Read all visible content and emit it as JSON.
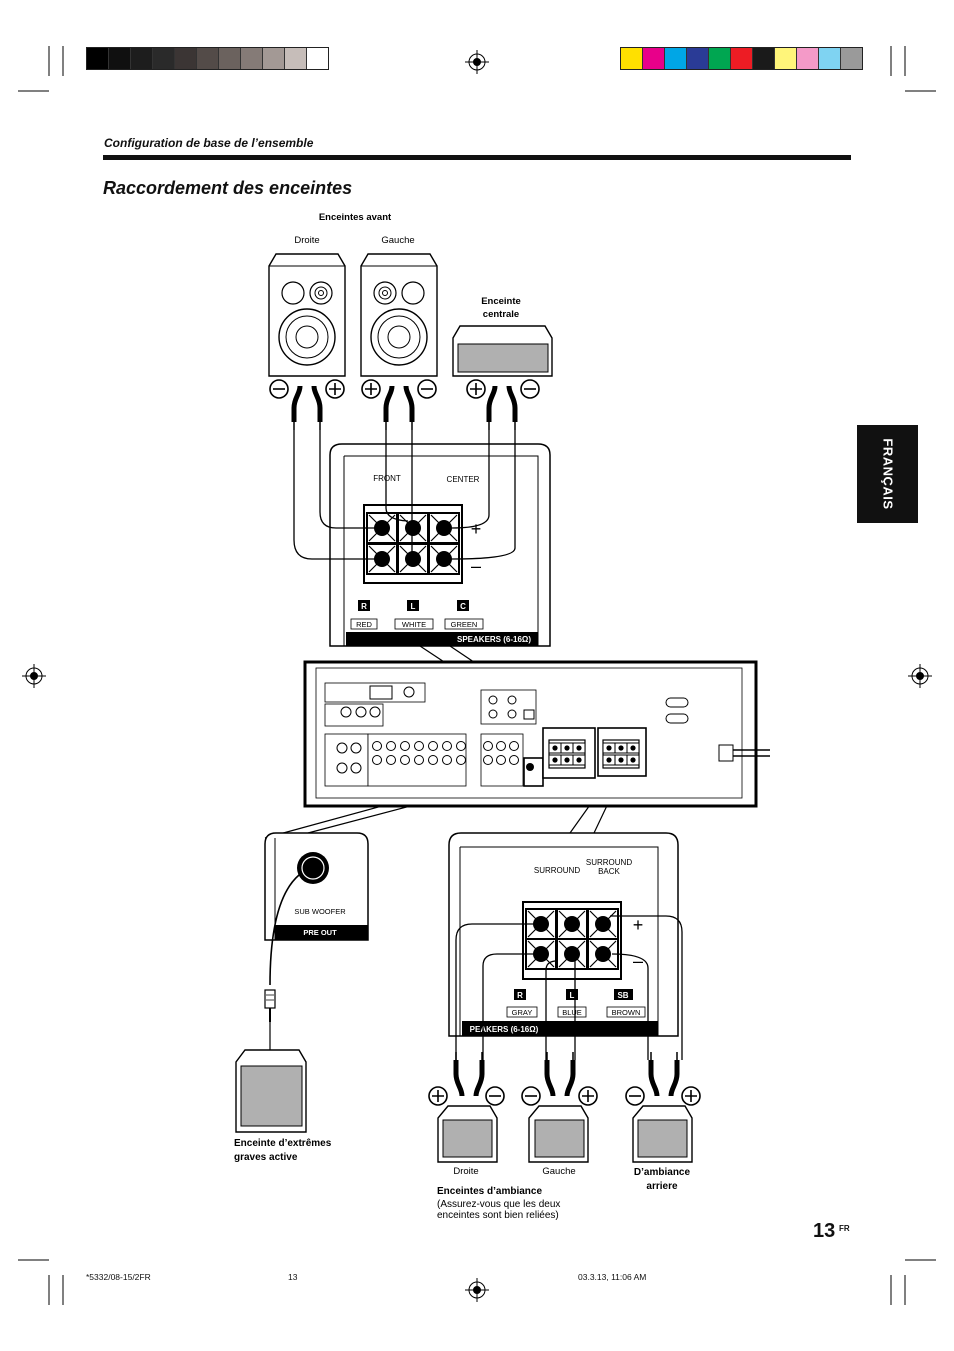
{
  "header": {
    "section": "Configuration de base de l’ensemble",
    "title": "Raccordement des enceintes",
    "language_tab": "FRANÇAIS"
  },
  "colors": {
    "bar_gray": [
      "#000000",
      "#101010",
      "#1d1d1d",
      "#2a2a2a",
      "#3b3534",
      "#534b48",
      "#6b625e",
      "#857b77",
      "#a39995",
      "#c6bdb9",
      "#ffffff"
    ],
    "bar_color": [
      "#ffe000",
      "#e8008a",
      "#00a6e6",
      "#2a3b96",
      "#00a651",
      "#ed1c24",
      "#1a1a1a",
      "#fff57a",
      "#f49ac8",
      "#7fd3f2",
      "#9a9a9a"
    ],
    "cabinet_fill": "#b0b0b0"
  },
  "diagram": {
    "front_label": "Enceintes avant",
    "front_right": "Droite",
    "front_left": "Gauche",
    "center_label": [
      "Enceinte",
      "centrale"
    ],
    "front_panel": {
      "front": "FRONT",
      "center": "CENTER",
      "plus": "+",
      "minus": "–",
      "badges": [
        "R",
        "L",
        "C"
      ],
      "wires": [
        "RED",
        "WHITE",
        "GREEN"
      ],
      "speakers": "SPEAKERS (6-16Ω)"
    },
    "sub_panel": {
      "label": "SUB WOOFER",
      "pre_out": "PRE OUT"
    },
    "surround_panel": {
      "surround": "SURROUND",
      "back": [
        "SURROUND",
        "BACK"
      ],
      "plus": "+",
      "minus": "–",
      "badges": [
        "R",
        "L",
        "SB"
      ],
      "wires": [
        "GRAY",
        "BLUE",
        "BROWN"
      ],
      "speakers": "PEAKERS (6-16Ω)"
    },
    "subwoofer_caption": [
      "Enceinte d’extrêmes",
      "graves active"
    ],
    "surround_right": "Droite",
    "surround_left": "Gauche",
    "back_caption": [
      "D’ambiance",
      "arriere"
    ],
    "surround_caption": "Enceintes d’ambiance",
    "surround_note": [
      "(Assurez-vous que les deux",
      "enceintes sont bien reliées)"
    ]
  },
  "page": {
    "number": "13",
    "suffix": "FR"
  },
  "footer": {
    "code": "*5332/08-15/2FR",
    "page": "13",
    "timestamp": "03.3.13, 11:06 AM"
  }
}
